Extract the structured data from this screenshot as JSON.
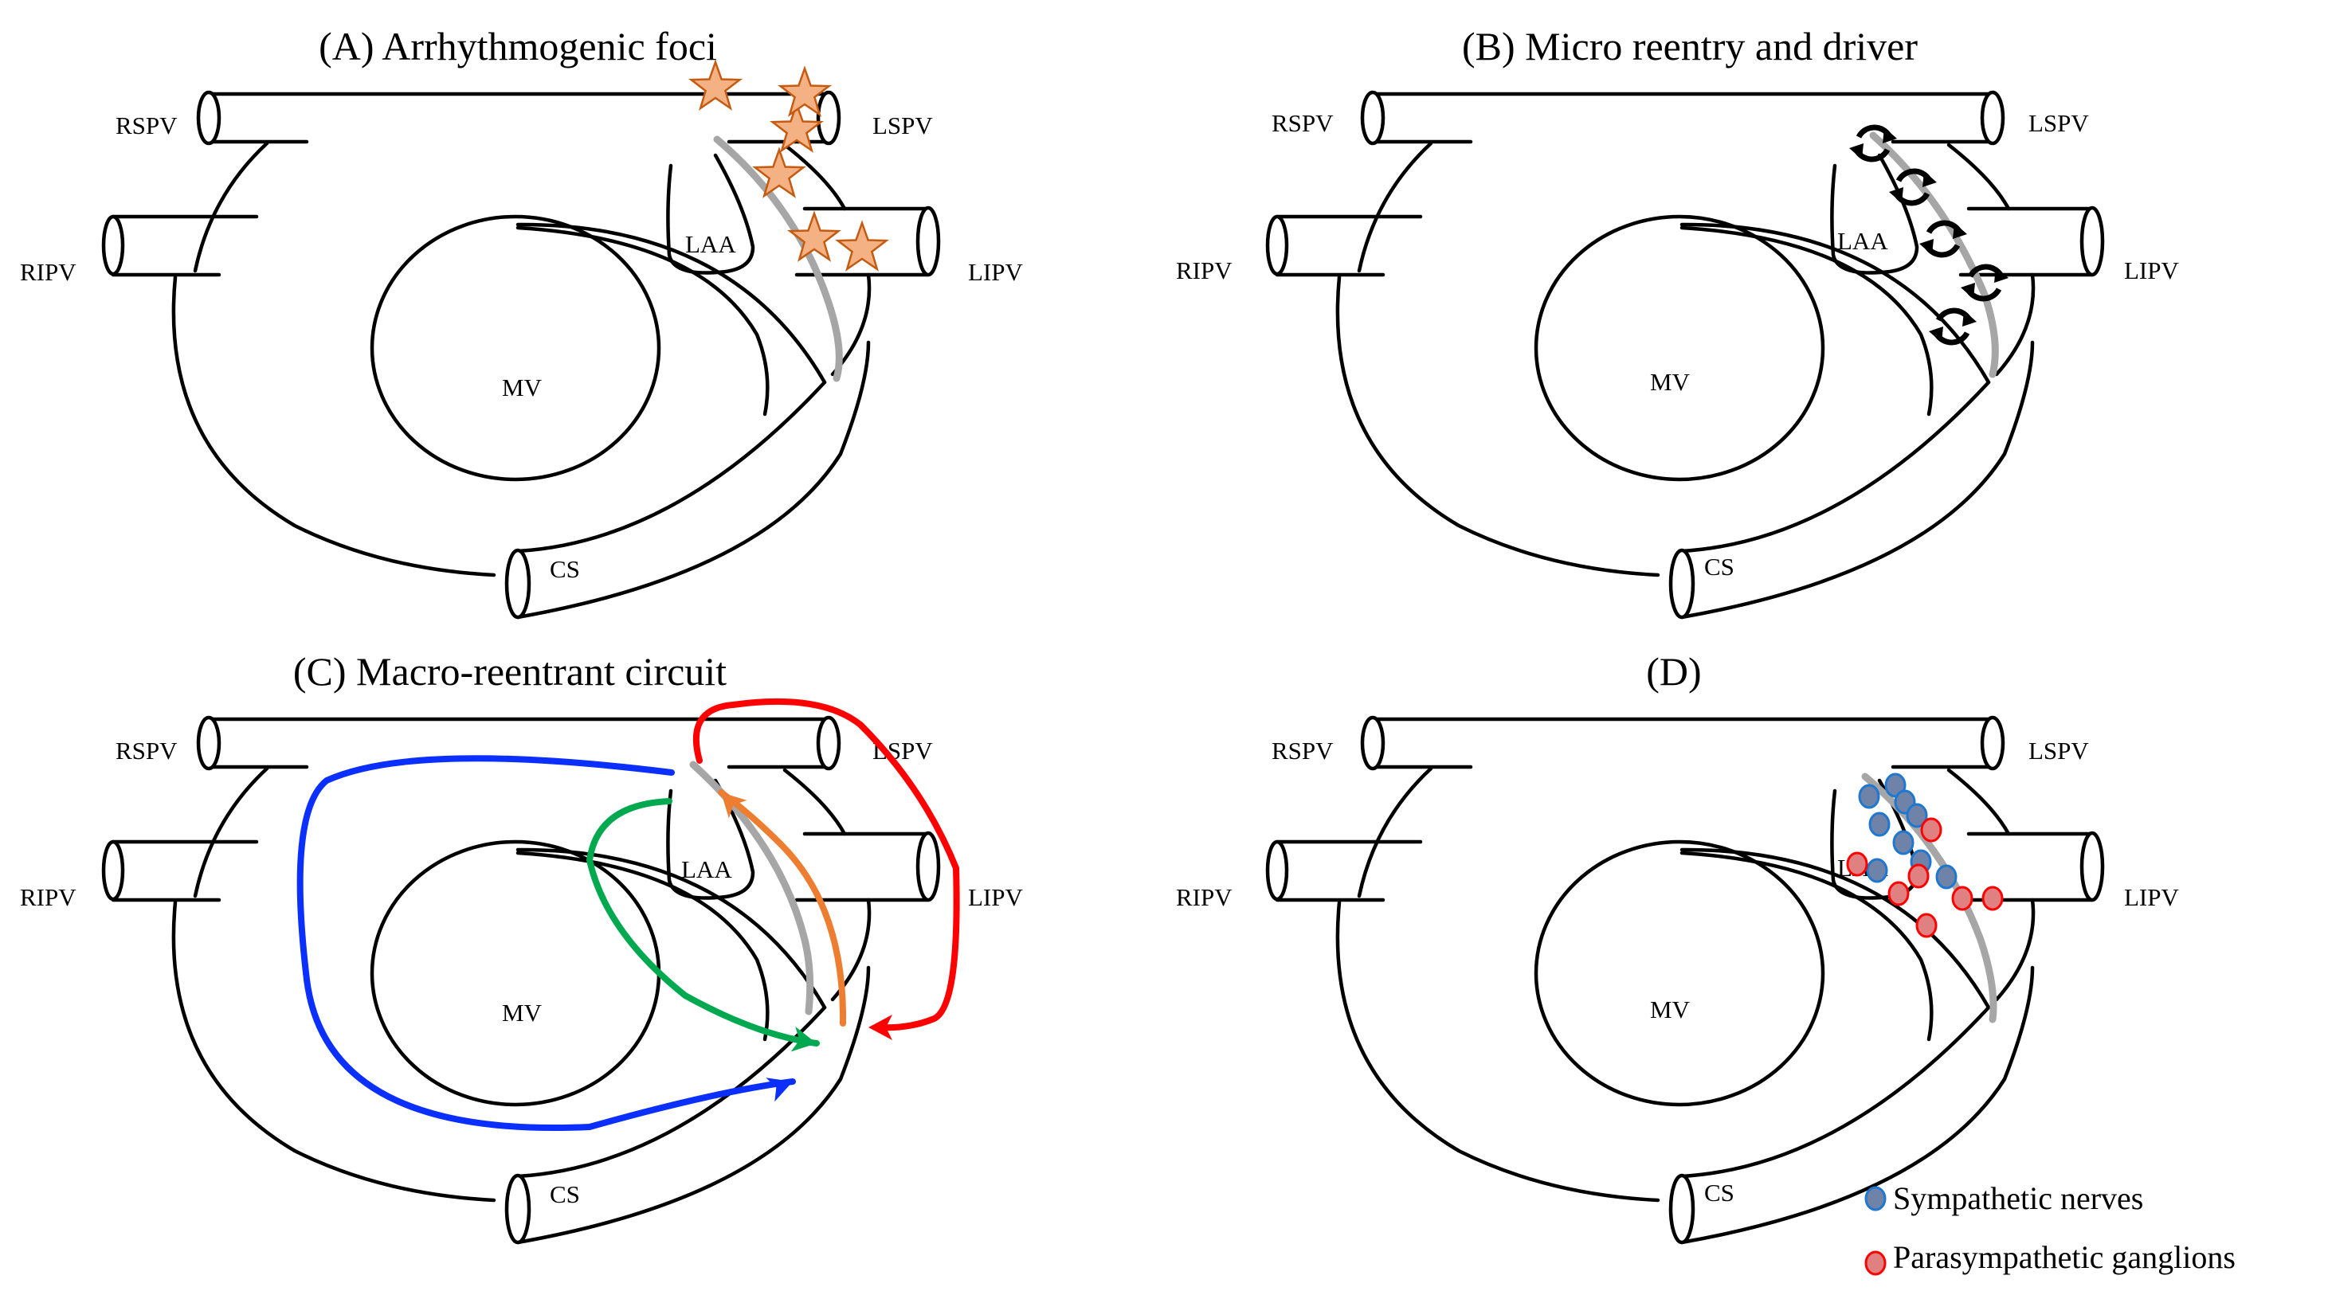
{
  "figure": {
    "panels": [
      {
        "id": "A",
        "title": "(A) Arrhythmogenic foci",
        "labels": {
          "rspv": "RSPV",
          "lspv": "LSPV",
          "ripv": "RIPV",
          "lipv": "LIPV",
          "laa": "LAA",
          "mv": "MV",
          "cs": "CS"
        },
        "overlay": "stars",
        "marker_count": 6
      },
      {
        "id": "B",
        "title": "(B) Micro reentry and driver",
        "labels": {
          "rspv": "RSPV",
          "lspv": "LSPV",
          "ripv": "RIPV",
          "lipv": "LIPV",
          "laa": "LAA",
          "mv": "MV",
          "cs": "CS"
        },
        "overlay": "reentry-loops",
        "marker_count": 5
      },
      {
        "id": "C",
        "title": "(C) Macro-reentrant circuit",
        "labels": {
          "rspv": "RSPV",
          "lspv": "LSPV",
          "ripv": "RIPV",
          "lipv": "LIPV",
          "laa": "LAA",
          "mv": "MV",
          "cs": "CS"
        },
        "overlay": "macro-arrows",
        "circuits": [
          {
            "name": "perimitral",
            "color": "#0a2fff"
          },
          {
            "name": "roof-laa",
            "color": "#00a94f"
          },
          {
            "name": "ligament-of-marshall",
            "color": "#ed7d31"
          },
          {
            "name": "lpv-loop",
            "color": "#ff0000"
          }
        ]
      },
      {
        "id": "D",
        "title": "(D)",
        "labels": {
          "rspv": "RSPV",
          "lspv": "LSPV",
          "ripv": "RIPV",
          "lipv": "LIPV",
          "laa": "LAA",
          "mv": "MV",
          "cs": "CS"
        },
        "overlay": "nerve-dots",
        "sympathetic_count": 9,
        "parasympathetic_count": 7
      }
    ],
    "legend": {
      "items": [
        {
          "label": "Sympathetic nerves",
          "fill": "#6f83a8",
          "stroke": "#1f77d0"
        },
        {
          "label": "Parasympathetic ganglions",
          "fill": "#e08080",
          "stroke": "#ff0000"
        }
      ]
    },
    "colors": {
      "star_fill": "#f4b183",
      "star_stroke": "#c55a11",
      "marshall_line": "#a6a6a6",
      "reentry": "#000000"
    }
  }
}
